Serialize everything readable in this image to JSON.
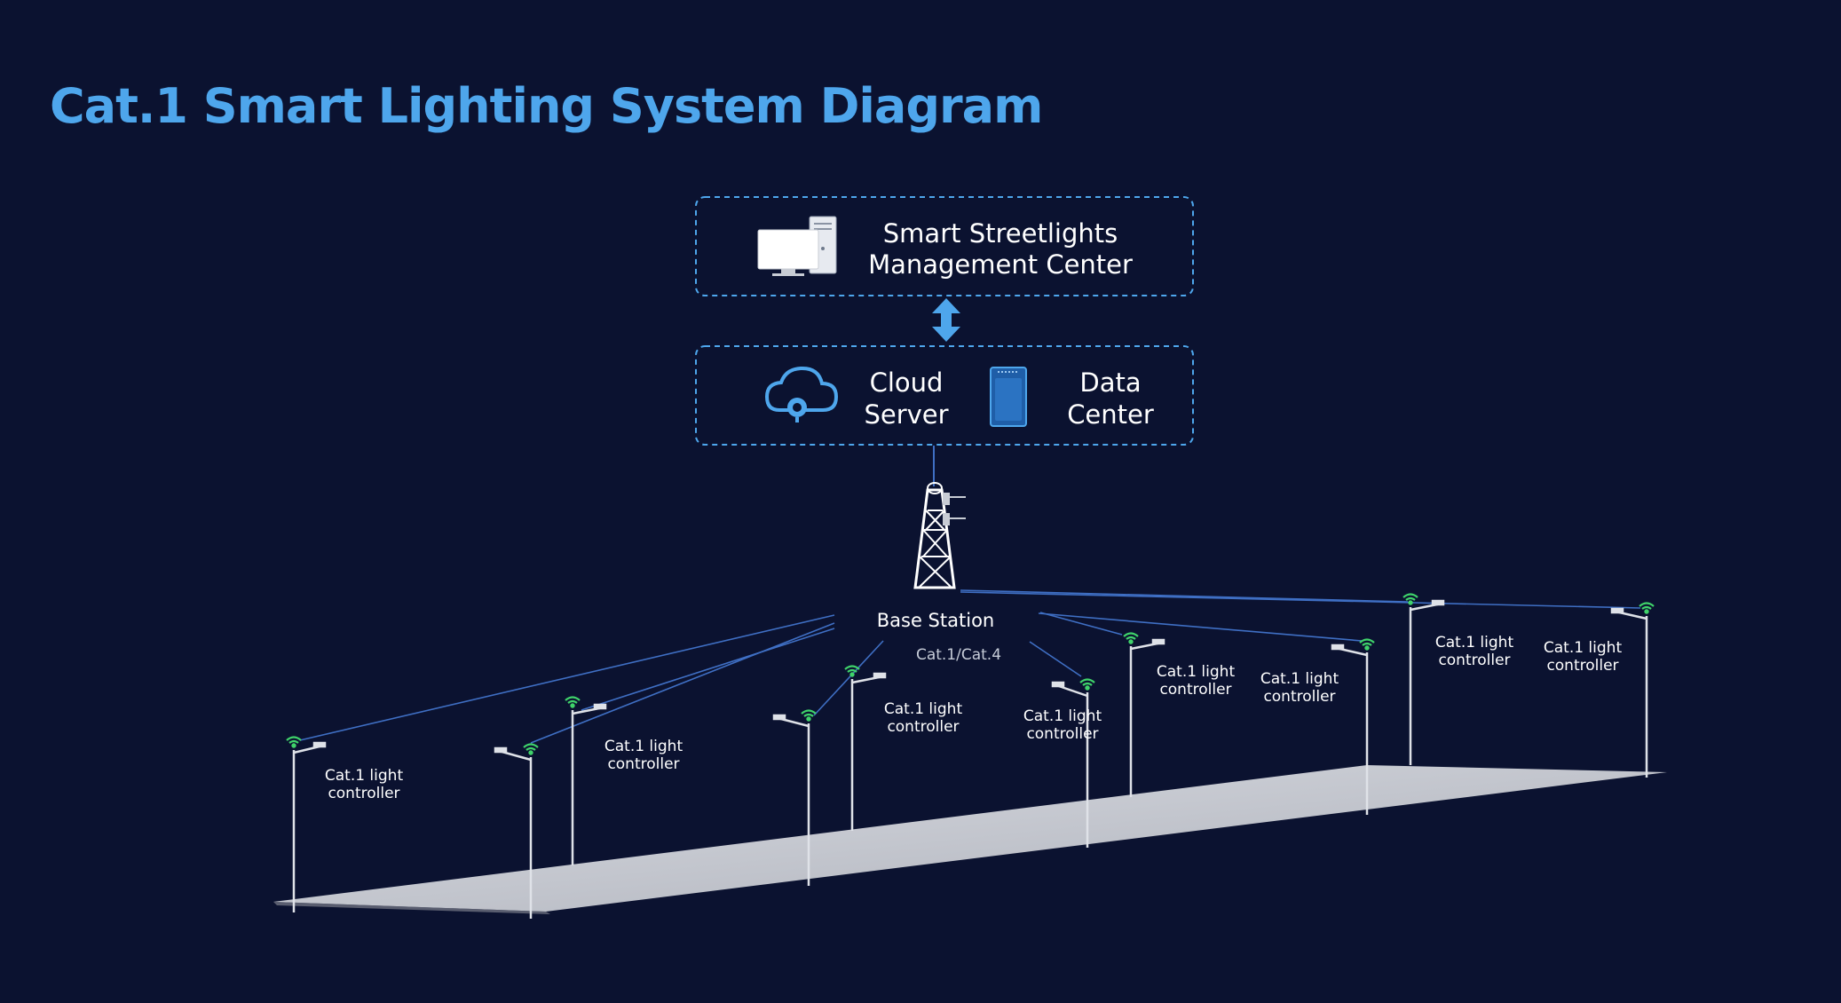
{
  "title": "Cat.1 Smart Lighting System Diagram",
  "management_center": {
    "line1": "Smart Streetlights",
    "line2": "Management Center",
    "icon": "computer-icon"
  },
  "cloud_server": {
    "line1": "Cloud",
    "line2": "Server",
    "icon": "cloud-icon"
  },
  "data_center": {
    "line1": "Data",
    "line2": "Center",
    "icon": "server-rack-icon"
  },
  "base_station": {
    "label": "Base Station",
    "network": "Cat.1/Cat.4",
    "icon": "cell-tower-icon"
  },
  "controllers": [
    {
      "line1": "Cat.1 light",
      "line2": "controller"
    },
    {
      "line1": "Cat.1 light",
      "line2": "controller"
    },
    {
      "line1": "Cat.1 light",
      "line2": "controller"
    },
    {
      "line1": "Cat.1 light",
      "line2": "controller"
    },
    {
      "line1": "Cat.1 light",
      "line2": "controller"
    },
    {
      "line1": "Cat.1 light",
      "line2": "controller"
    },
    {
      "line1": "Cat.1 light",
      "line2": "controller"
    },
    {
      "line1": "Cat.1 light",
      "line2": "controller"
    }
  ],
  "colors": {
    "background": "#0b1230",
    "title": "#4ea6ec",
    "accent": "#4ea6ec",
    "link_line": "#3f6fc4",
    "wifi": "#3fd36a"
  }
}
